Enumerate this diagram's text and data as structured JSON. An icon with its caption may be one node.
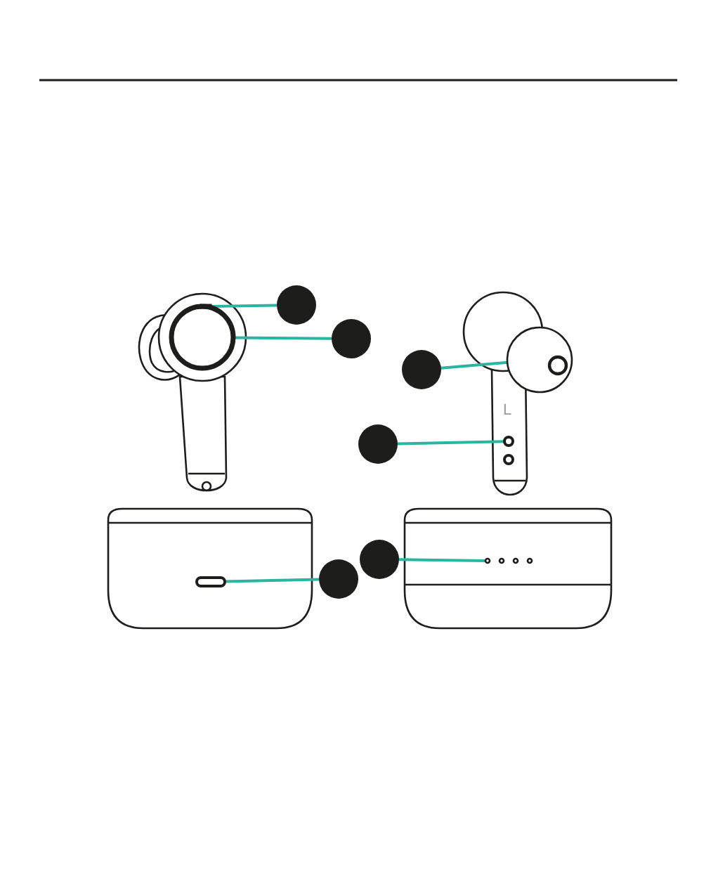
{
  "diagram": {
    "nodes": [
      {
        "text": [],
        "shape": "circle"
      },
      {
        "text": [],
        "shape": "circle"
      },
      {
        "text": [],
        "shape": "circle"
      },
      {
        "text": [],
        "shape": "circle"
      },
      {
        "text": [],
        "shape": "circle"
      },
      {
        "text": [],
        "shape": "circle"
      },
      {
        "text": [],
        "shape": "box"
      },
      {
        "text": [],
        "shape": "circle"
      },
      {
        "text": [],
        "shape": "circle"
      },
      {
        "text": [],
        "shape": "circle"
      },
      {
        "text": [],
        "shape": "circle"
      },
      {
        "text": [],
        "shape": "box"
      }
    ],
    "edges": [
      {
        "from": 0,
        "to": 6,
        "arrow": "none"
      },
      {
        "from": 1,
        "to": 7,
        "arrow": "none"
      },
      {
        "from": 2,
        "to": 8,
        "arrow": "none"
      },
      {
        "from": 3,
        "to": 9,
        "arrow": "none"
      },
      {
        "from": 4,
        "to": 10,
        "arrow": "none"
      },
      {
        "from": 5,
        "to": 11,
        "arrow": "none"
      }
    ],
    "labels": [
      "L"
    ]
  }
}
